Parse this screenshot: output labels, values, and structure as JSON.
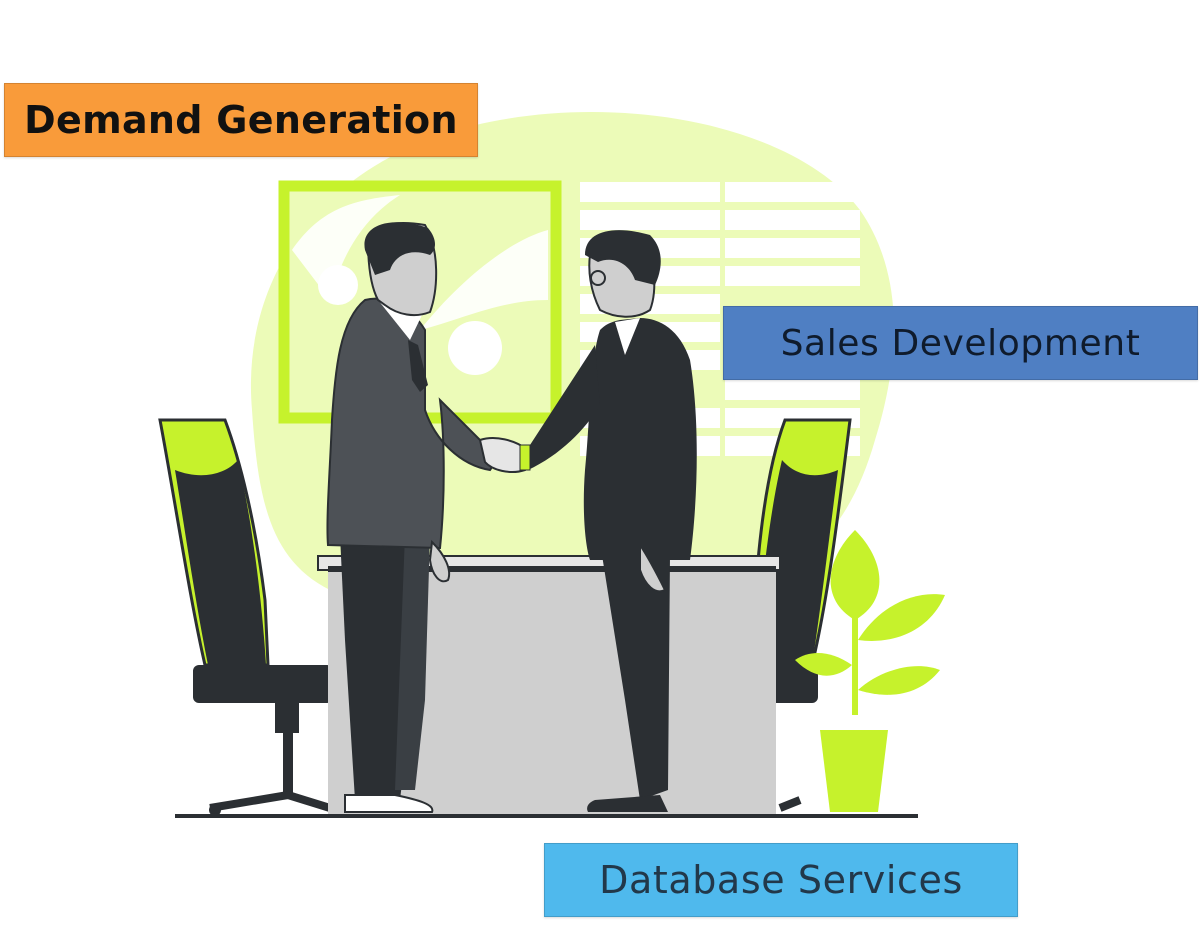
{
  "labels": {
    "demand_generation": "Demand Generation",
    "sales_development": "Sales Development",
    "database_services": "Database Services"
  },
  "colors": {
    "demand_generation_bg": "#f99b3a",
    "sales_development_bg": "#4f7fc3",
    "database_services_bg": "#4fb9ed",
    "accent_lime": "#c6f22c",
    "blob_lime": "#ecfbb8",
    "suit_dark": "#2b2f33",
    "desk_gray": "#cfcfcf"
  },
  "illustration": {
    "subject": "business-handshake-illustration"
  }
}
